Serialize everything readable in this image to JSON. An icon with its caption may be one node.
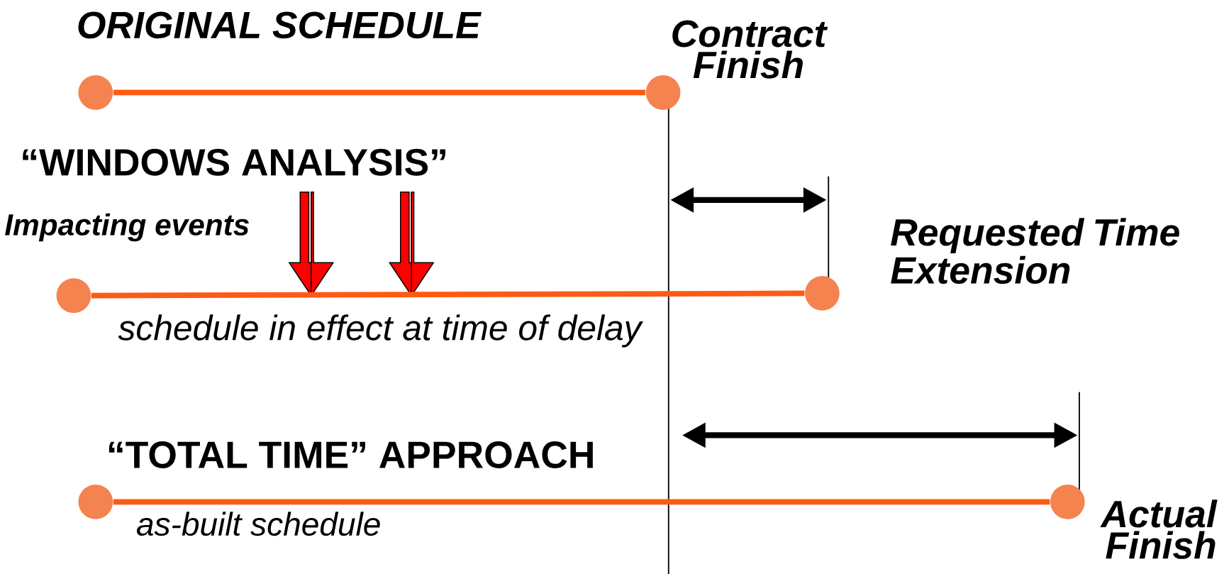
{
  "diagram": {
    "nodes": [
      {
        "text": [],
        "shape": "circle"
      },
      {
        "text": [],
        "shape": "circle",
        "beside": [
          "Contract Finish"
        ]
      },
      {
        "text": [],
        "shape": "circle"
      },
      {
        "text": [],
        "shape": "circle"
      },
      {
        "text": [],
        "shape": "circle"
      },
      {
        "text": [],
        "shape": "circle",
        "beside": [
          "Actual Finish"
        ]
      }
    ],
    "edges": [
      {
        "from": 0,
        "to": 1,
        "arrow": "none"
      },
      {
        "from": 2,
        "to": 3,
        "arrow": "none"
      },
      {
        "from": 4,
        "to": 5,
        "arrow": "none"
      }
    ],
    "labels": [
      "ORIGINAL SCHEDULE",
      "“WINDOWS ANALYSIS”",
      "Impacting events",
      "Requested Time Extension",
      "schedule in effect at time of delay",
      "“TOTAL TIME” APPROACH",
      "as-built schedule"
    ]
  }
}
